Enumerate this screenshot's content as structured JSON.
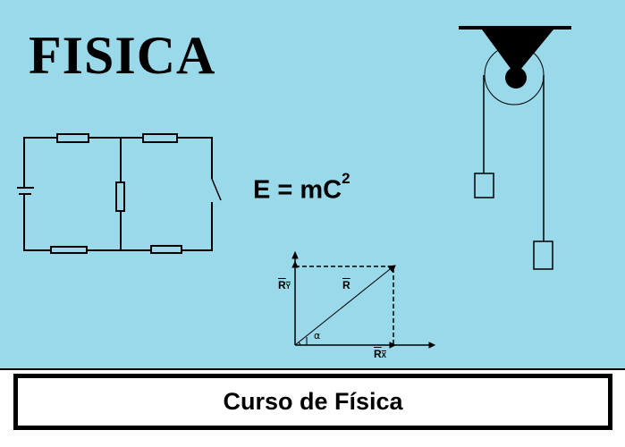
{
  "title": "FISICA",
  "formula": {
    "base": "E = mC",
    "exponent": "2"
  },
  "vector_labels": {
    "ry": "R",
    "ry_sub": "Y",
    "r": "R",
    "rx": "R",
    "rx_sub": "X",
    "angle": "α"
  },
  "footer": {
    "text": "Curso de Física"
  },
  "colors": {
    "background": "#99d9ea",
    "ink": "#000000"
  }
}
